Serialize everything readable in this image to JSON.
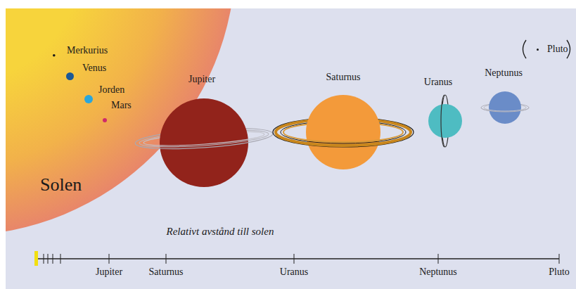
{
  "diagram": {
    "nodes": [
      {
        "text": [
          "Solen"
        ]
      },
      {
        "text": [
          "Merkurius"
        ],
        "in": 0
      },
      {
        "text": [
          "Venus"
        ],
        "in": 0
      },
      {
        "text": [
          "Jorden"
        ],
        "in": 0
      },
      {
        "text": [
          "Mars"
        ],
        "in": 0
      },
      {
        "text": [
          "Jupiter"
        ]
      },
      {
        "text": [
          "Saturnus"
        ]
      },
      {
        "text": [
          "Uranus"
        ]
      },
      {
        "text": [
          "Neptunus"
        ]
      },
      {
        "text": [
          "Pluto"
        ]
      }
    ],
    "labels": [
      "Relativt avstånd till solen",
      "Jupiter",
      "Saturnus",
      "Uranus",
      "Neptunus",
      "Pluto"
    ]
  }
}
